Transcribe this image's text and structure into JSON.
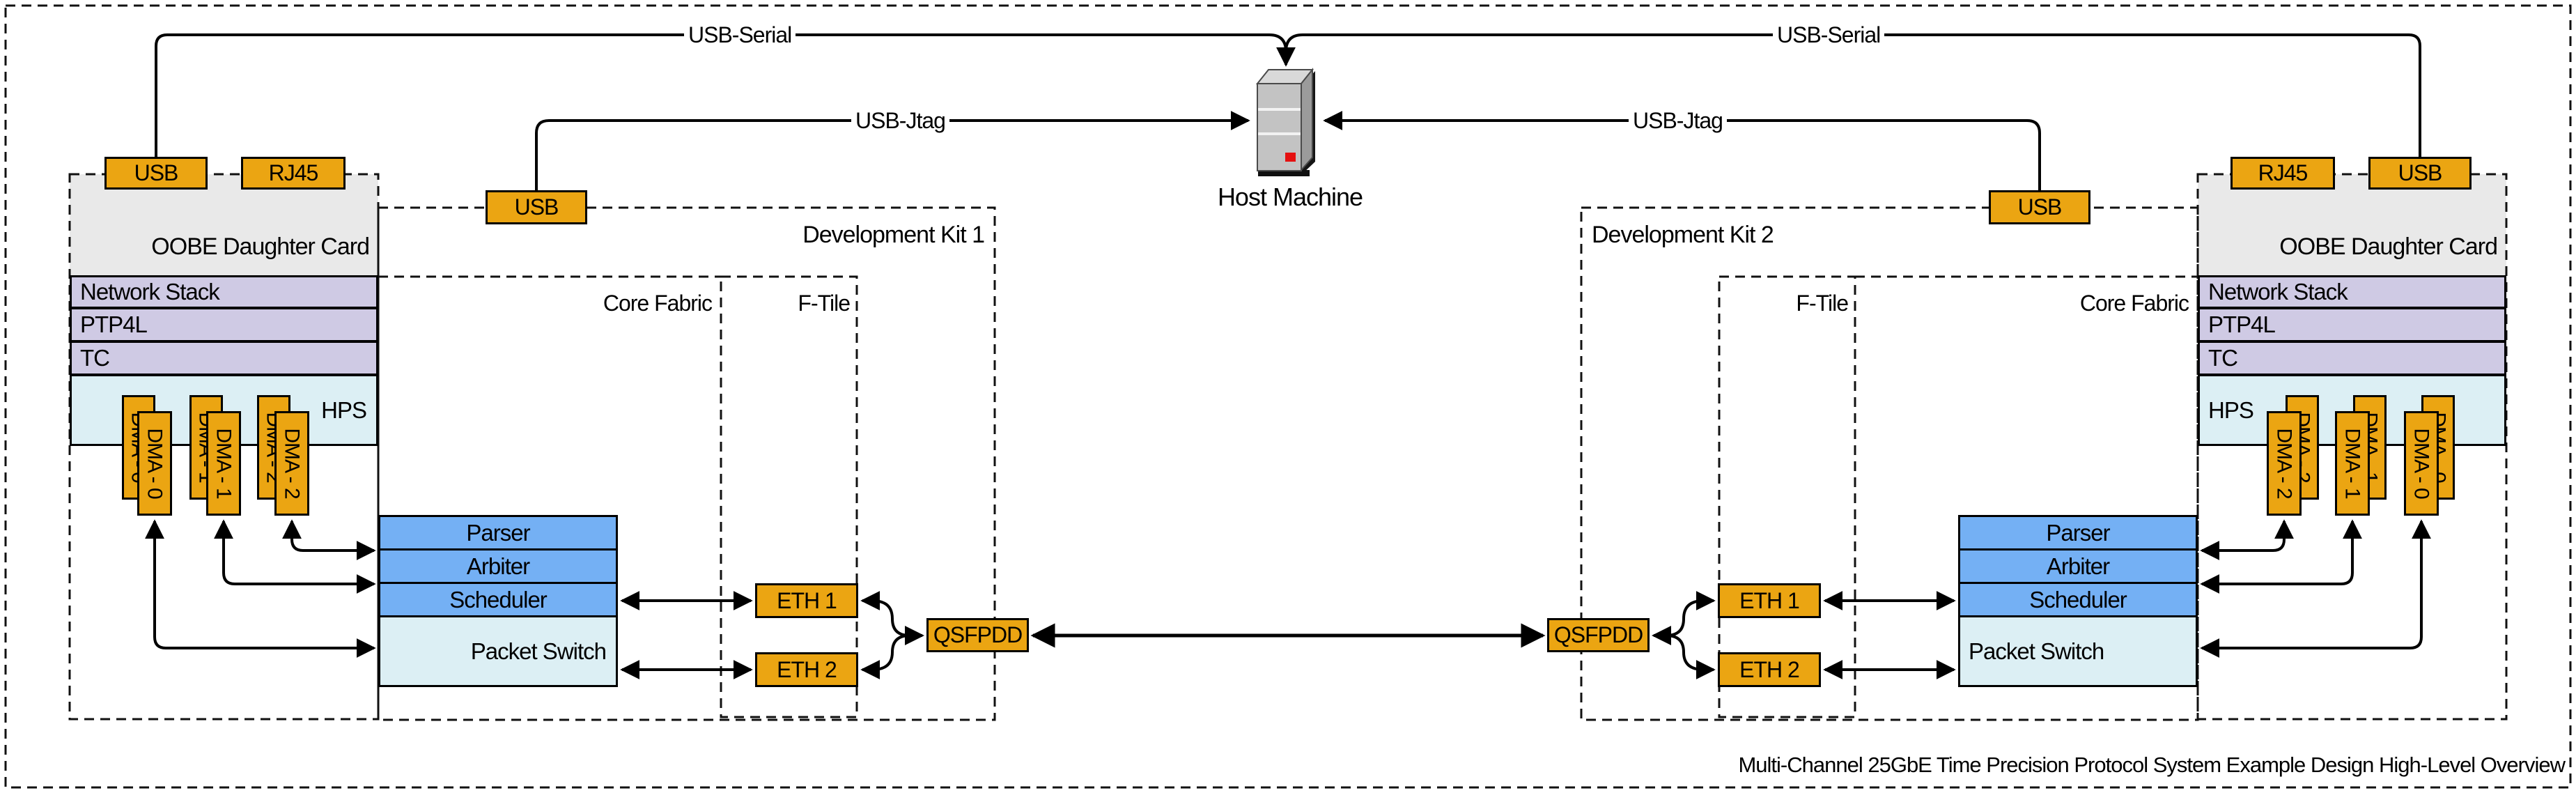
{
  "diagram_title": "Multi-Channel 25GbE Time Precision Protocol System Example Design High-Level Overview",
  "host": {
    "label": "Host Machine"
  },
  "connections": {
    "usb_serial_left": "USB-Serial",
    "usb_serial_right": "USB-Serial",
    "usb_jtag_left": "USB-Jtag",
    "usb_jtag_right": "USB-Jtag"
  },
  "cards": [
    {
      "title": "OOBE Daughter Card",
      "usb_port": "USB",
      "rj45_port": "RJ45",
      "stack_rows": [
        "Network Stack",
        "PTP4L",
        "TC"
      ],
      "hps_label": "HPS",
      "dma_channels": [
        "DMA - 0",
        "DMA - 1",
        "DMA - 2"
      ]
    },
    {
      "title": "OOBE Daughter Card",
      "usb_port": "USB",
      "rj45_port": "RJ45",
      "stack_rows": [
        "Network Stack",
        "PTP4L",
        "TC"
      ],
      "hps_label": "HPS",
      "dma_channels": [
        "DMA - 0",
        "DMA - 1",
        "DMA - 2"
      ]
    }
  ],
  "kits": [
    {
      "name": "Development Kit 1",
      "usb_port": "USB",
      "core_fabric_label": "Core Fabric",
      "f_tile_label": "F-Tile",
      "pipeline_rows": [
        "Parser",
        "Arbiter",
        "Scheduler"
      ],
      "packet_switch_label": "Packet Switch",
      "eth_ports": [
        "ETH 1",
        "ETH 2"
      ],
      "transceiver": "QSFPDD"
    },
    {
      "name": "Development Kit 2",
      "usb_port": "USB",
      "core_fabric_label": "Core Fabric",
      "f_tile_label": "F-Tile",
      "pipeline_rows": [
        "Parser",
        "Arbiter",
        "Scheduler"
      ],
      "packet_switch_label": "Packet Switch",
      "eth_ports": [
        "ETH 1",
        "ETH 2"
      ],
      "transceiver": "QSFPDD"
    }
  ],
  "colors": {
    "port_orange": "#EBA512",
    "pipeline_blue": "#74B0F4",
    "switch_cyan": "#DCEFF4",
    "stack_lavender": "#CFCAE4",
    "card_gray": "#E9E9E9",
    "led_red": "#E51010"
  }
}
